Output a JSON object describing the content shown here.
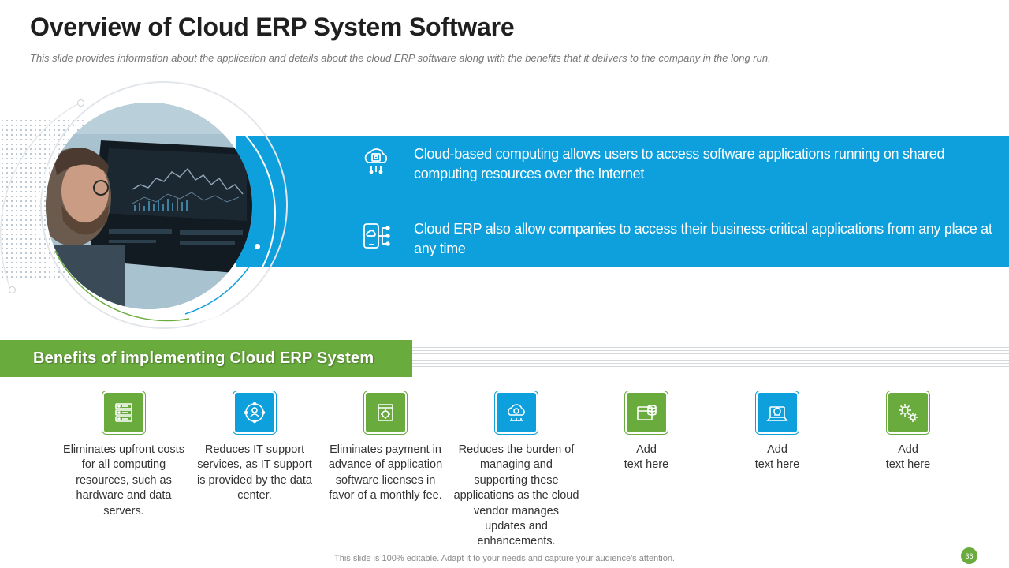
{
  "slide": {
    "title": "Overview of Cloud ERP System Software",
    "subtitle": "This slide provides information about the application and details about the cloud ERP software along with the benefits that it delivers to the company in the long run.",
    "info_items": [
      {
        "icon": "cloud-chip-icon",
        "text": "Cloud-based computing allows users to access software applications running on shared computing resources over the Internet"
      },
      {
        "icon": "mobile-cloud-network-icon",
        "text": "Cloud ERP also allow companies to access their business-critical applications from any place at any time"
      }
    ],
    "benefits_heading": "Benefits of implementing Cloud ERP System",
    "benefits": [
      {
        "icon": "server-icon",
        "color": "green",
        "text": "Eliminates upfront costs for all computing resources, such as hardware and data servers."
      },
      {
        "icon": "support-network-icon",
        "color": "blue",
        "text": "Reduces IT support services, as IT support is provided by the data center."
      },
      {
        "icon": "chip-icon",
        "color": "green",
        "text": "Eliminates payment in advance of application software licenses in favor of a monthly fee."
      },
      {
        "icon": "cloud-gear-icon",
        "color": "blue",
        "text": "Reduces the burden of managing and supporting these applications as the cloud vendor manages updates and enhancements."
      },
      {
        "icon": "card-coins-icon",
        "color": "green",
        "text": "Add\ntext here"
      },
      {
        "icon": "lightbulb-laptop-icon",
        "color": "blue",
        "text": "Add\ntext here"
      },
      {
        "icon": "gears-icon",
        "color": "green",
        "text": "Add\ntext here"
      }
    ],
    "footer": "This slide is 100% editable. Adapt it to your needs and capture your audience's attention.",
    "page_number": "36"
  },
  "colors": {
    "green": "#6aab3e",
    "blue": "#0ea0dc",
    "title": "#1f1f1f"
  }
}
